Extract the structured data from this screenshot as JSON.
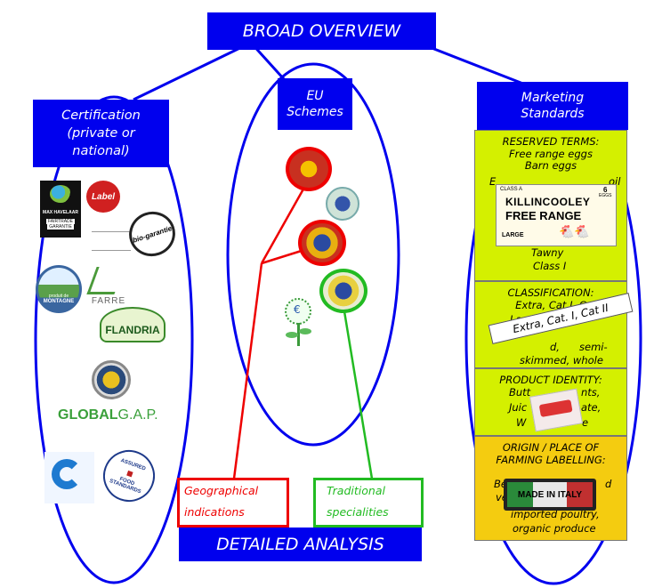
{
  "title_top": "BROAD OVERVIEW",
  "title_bottom": "DETAILED ANALYSIS",
  "certification": {
    "label": "Certification (private or national)"
  },
  "eu_schemes": {
    "label": "EU Schemes"
  },
  "marketing": {
    "label": "Marketing Standards"
  },
  "gi_label": "Geographical indications",
  "tsg_label": "Traditional specialities",
  "reserved": {
    "heading": "RESERVED TERMS:",
    "items": [
      "Free range eggs",
      "Barn eggs",
      "Tawny",
      "Class I"
    ],
    "partial": [
      "E",
      "oil"
    ]
  },
  "classification": {
    "heading": "CLASSIFICATION:",
    "items": [
      "Extra, Cat I, C",
      "Large",
      "semi-",
      "skimmed, whole"
    ],
    "partial": [
      "d,"
    ]
  },
  "product_identity": {
    "heading": "PRODUCT IDENTITY:",
    "parts": [
      "Butt",
      "nts,",
      "Juic",
      "ate,",
      "W",
      "e"
    ]
  },
  "origin": {
    "heading": "ORIGIN / PLACE OF",
    "heading2": "FARMING LABELLING:",
    "parts": [
      "Be",
      "d",
      "veg"
    ],
    "items": [
      "imported poultry,",
      "organic produce"
    ]
  },
  "sticker_extra": "Extra, Cat. I, Cat II",
  "egg_label": {
    "class": "CLASS A",
    "brand": "KILLINCOOLEY",
    "type": "FREE RANGE",
    "size": "LARGE",
    "count": "6",
    "count_word": "EGGS"
  },
  "made_in_italy": "MADE IN ITALY",
  "logos": {
    "fairtrade": [
      "MAX HAVELAAR",
      "FAIRTRADE",
      "GARANTIE"
    ],
    "label_rouge": "Label",
    "bio": "bio-garantie",
    "montagne": [
      "produit de",
      "MONTAGNE"
    ],
    "farre": "FARRE",
    "flandria": "FLANDRIA",
    "globalgap_bold": "GLOBAL",
    "globalgap_rest": "G.A.P.",
    "assured": [
      "ASSURED",
      "FOOD STANDARDS"
    ]
  },
  "colors": {
    "blue": "#0000ee",
    "red": "#ee0000",
    "green": "#22bb22",
    "panel_yellow_green": "#d4f000",
    "panel_orange": "#f4cc10"
  }
}
